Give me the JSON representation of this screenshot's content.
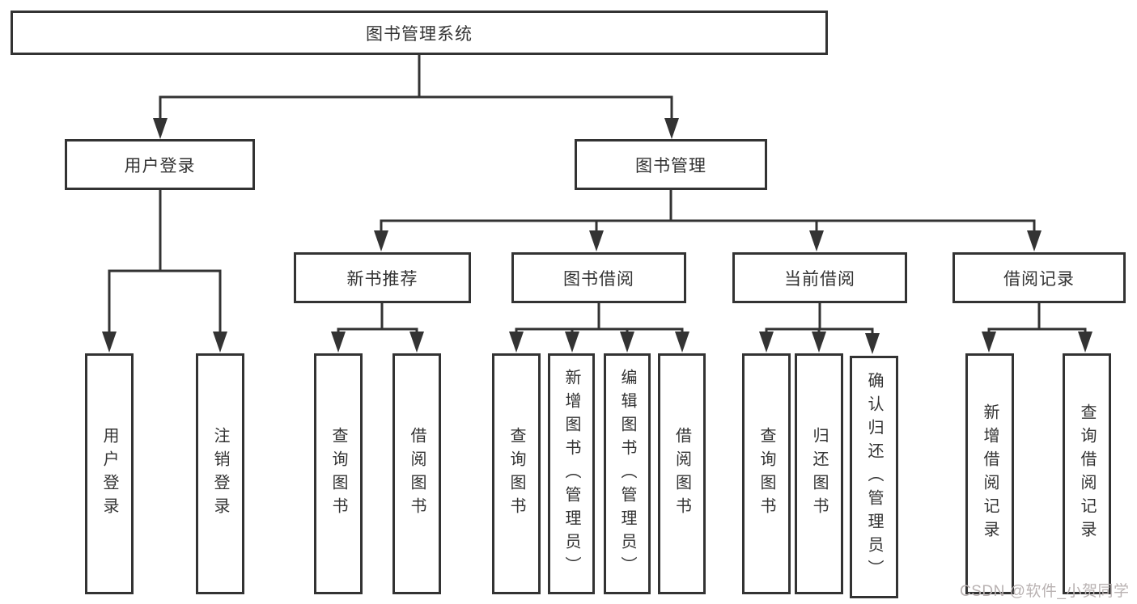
{
  "watermark": "CSDN @软件_小贺同学",
  "colors": {
    "line": "#333333",
    "box_border": "#333333",
    "text": "#333333",
    "watermark": "#b9b2b2",
    "background": "#ffffff"
  },
  "nodes": {
    "root": "图书管理系统",
    "level1": [
      "用户登录",
      "图书管理"
    ],
    "level2": [
      "新书推荐",
      "图书借阅",
      "当前借阅",
      "借阅记录"
    ],
    "leaves": {
      "user_login": [
        "用户登录",
        "注销登录"
      ],
      "new_book": [
        "查询图书",
        "借阅图书"
      ],
      "book_borrow": [
        "查询图书",
        "新增图书（管理员）",
        "编辑图书（管理员）",
        "借阅图书"
      ],
      "current_borrow": [
        "查询图书",
        "归还图书",
        "确认归还（管理员）"
      ],
      "borrow_records": [
        "新增借阅记录",
        "查询借阅记录"
      ]
    }
  }
}
